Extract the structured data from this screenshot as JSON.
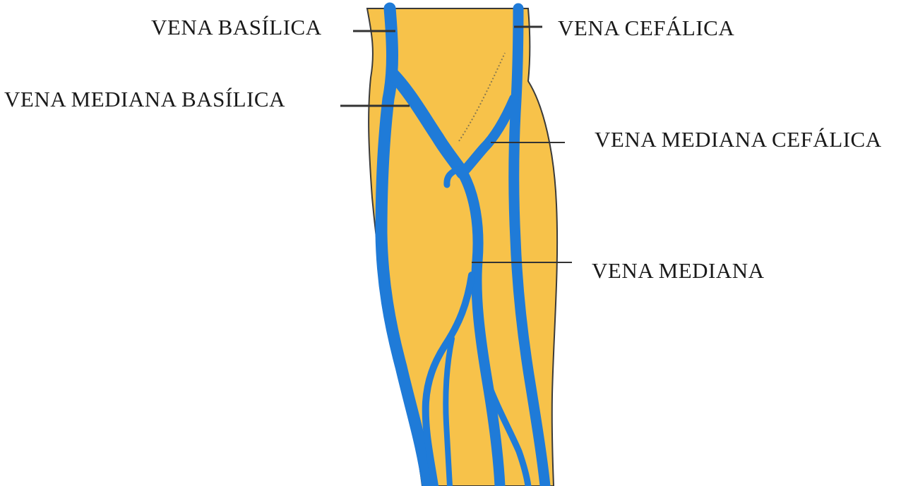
{
  "labels": {
    "vena_basilica": "VENA BASÍLICA",
    "vena_mediana_basilica": "VENA MEDIANA BASÍLICA",
    "vena_cefalica": "VENA CEFÁLICA",
    "vena_mediana_cefalica": "VENA MEDIANA CEFÁLICA",
    "vena_mediana": "VENA MEDIANA"
  },
  "colors": {
    "skin": "#F7C24A",
    "vein": "#1F7BD8",
    "outline": "#3a3a3a",
    "leader": "#333333",
    "text": "#1a1a1a",
    "background": "#ffffff"
  }
}
